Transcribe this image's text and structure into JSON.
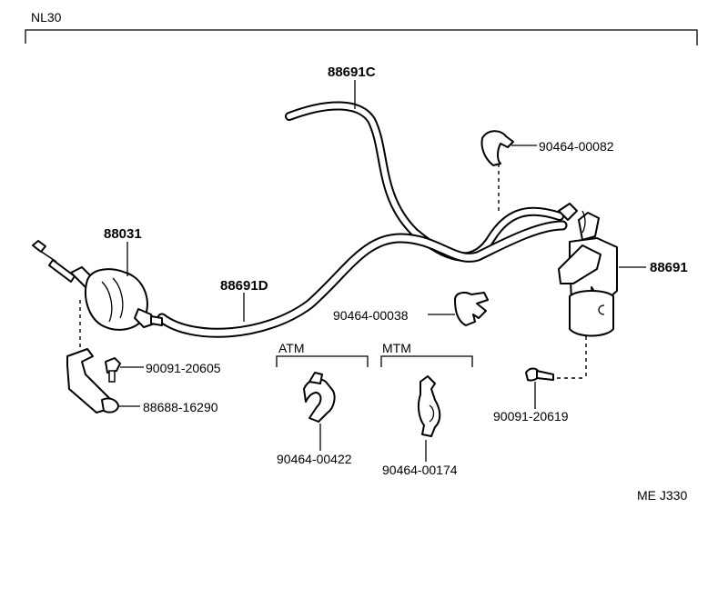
{
  "header": {
    "model": "NL30"
  },
  "footer": {
    "code": "ME J330"
  },
  "groups": {
    "atm": "ATM",
    "mtm": "MTM"
  },
  "parts": {
    "hose_c": "88691C",
    "hose_d": "88691D",
    "actuator": "88031",
    "valve": "88691",
    "clip_top": "90464-00082",
    "clip_mid": "90464-00038",
    "bolt_left": "90091-20605",
    "bracket": "88688-16290",
    "screw_right": "90091-20619",
    "clip_atm": "90464-00422",
    "clip_mtm": "90464-00174"
  }
}
